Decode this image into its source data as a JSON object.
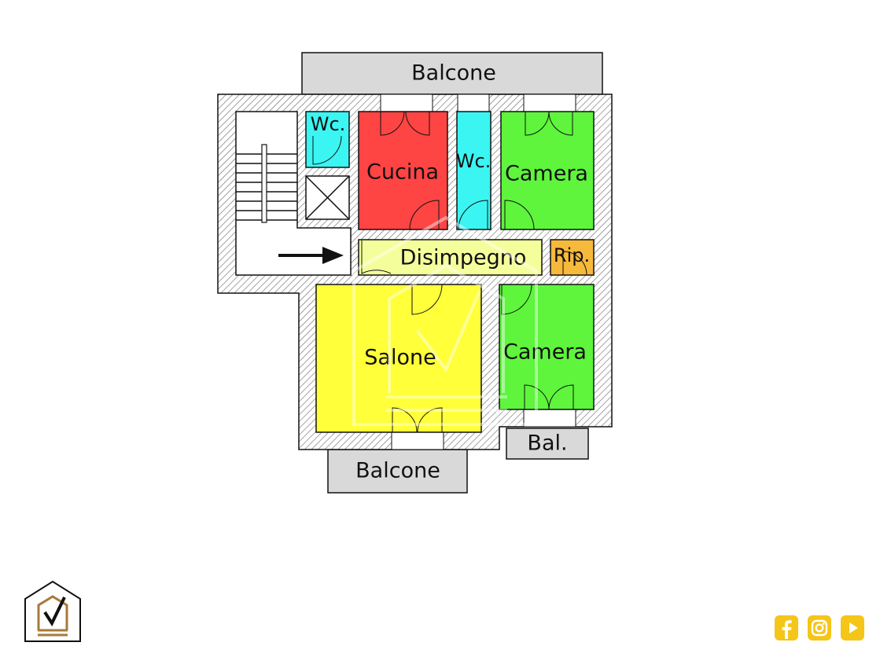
{
  "floorplan": {
    "rooms": {
      "wc1": "Wc.",
      "cucina": "Cucina",
      "wc2": "Wc.",
      "camera1": "Camera",
      "disimpegno": "Disimpegno",
      "ripostiglio": "Rip.",
      "salone": "Salone",
      "camera2": "Camera"
    },
    "balconies": {
      "top": "Balcone",
      "bottom": "Balcone",
      "small": "Bal."
    }
  },
  "colors": {
    "kitchen": "#ff4444",
    "bathroom": "#3af5f2",
    "bedroom": "#5ef53c",
    "living": "#ffff3a",
    "hallway": "#f4ff9c",
    "storage": "#f7b93c",
    "balcony": "#d9d9d9",
    "brand": "#a77a3a"
  },
  "icons": {
    "logo": "house-check-icon",
    "social": [
      "facebook-icon",
      "instagram-icon",
      "youtube-icon"
    ]
  }
}
